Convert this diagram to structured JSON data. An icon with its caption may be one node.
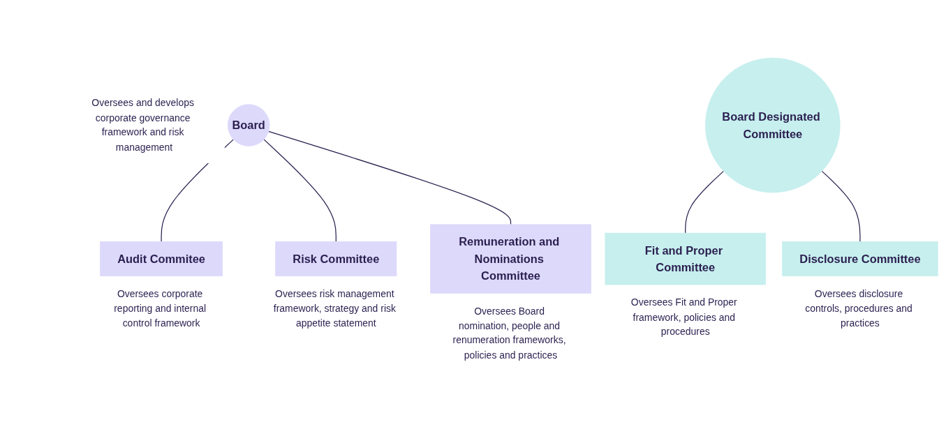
{
  "diagram": {
    "nodes": [
      {
        "text": [
          "Board"
        ],
        "beside": [
          "Oversees and develops corporate governance framework and risk management"
        ]
      },
      {
        "text": [
          "Audit Commitee"
        ],
        "beside": [
          "Oversees corporate reporting and internal control framework"
        ]
      },
      {
        "text": [
          "Risk Committee"
        ],
        "beside": [
          "Oversees risk management framework, strategy and risk appetite statement"
        ]
      },
      {
        "text": [
          "Remuneration and Nominations Committee"
        ],
        "beside": [
          "Oversees Board nomination, people and renumeration frameworks, policies and practices"
        ]
      },
      {
        "text": [
          "Board Designated Committee"
        ]
      },
      {
        "text": [
          "Fit and Proper Committee"
        ],
        "beside": [
          "Oversees Fit and Proper framework, policies and procedures"
        ]
      },
      {
        "text": [
          "Disclosure Committee"
        ],
        "beside": [
          "Oversees disclosure controls, procedures and practices"
        ]
      }
    ],
    "edges": [
      {
        "from": 0,
        "to": 1,
        "arrow": "none"
      },
      {
        "from": 0,
        "to": 2,
        "arrow": "none"
      },
      {
        "from": 0,
        "to": 3,
        "arrow": "none"
      },
      {
        "from": 4,
        "to": 5,
        "arrow": "none"
      },
      {
        "from": 4,
        "to": 6,
        "arrow": "none"
      }
    ]
  }
}
